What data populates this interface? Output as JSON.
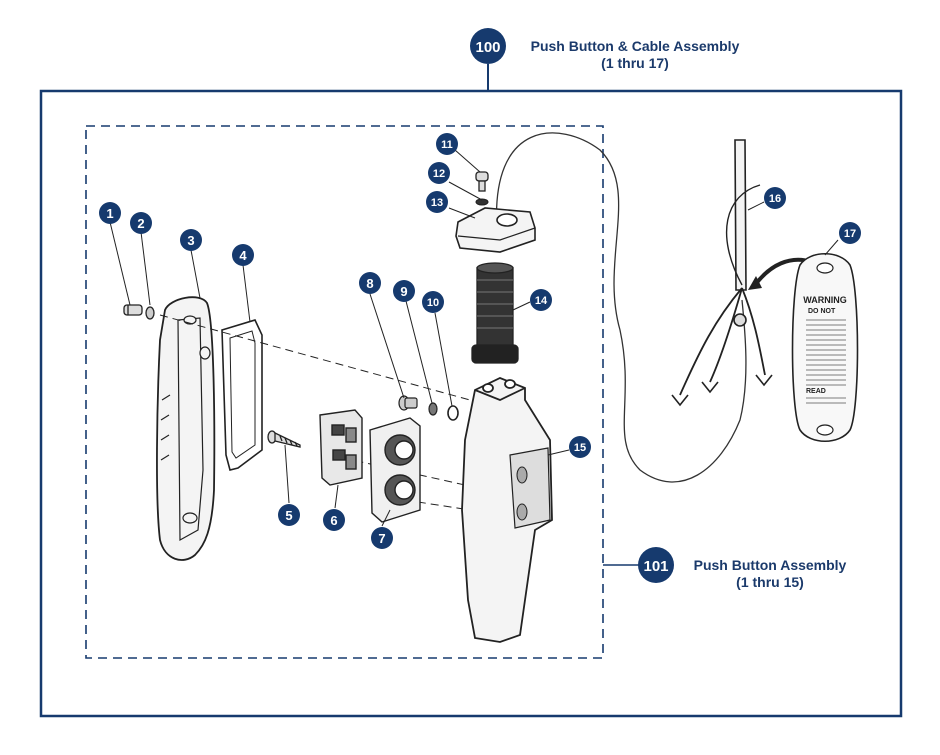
{
  "assembly_100": {
    "number": "100",
    "title": "Push Button & Cable Assembly",
    "range": "(1 thru 17)"
  },
  "assembly_101": {
    "number": "101",
    "title": "Push Button Assembly",
    "range": "(1 thru 15)"
  },
  "callouts": [
    "1",
    "2",
    "3",
    "4",
    "5",
    "6",
    "7",
    "8",
    "9",
    "10",
    "11",
    "12",
    "13",
    "14",
    "15",
    "16",
    "17"
  ],
  "warning_label": {
    "heading": "WARNING",
    "subheading": "DO NOT",
    "footer": "READ"
  },
  "colors": {
    "bubble_fill": "#163a6e",
    "frame_stroke": "#163a6e",
    "caption_text": "#1b3a6b"
  }
}
